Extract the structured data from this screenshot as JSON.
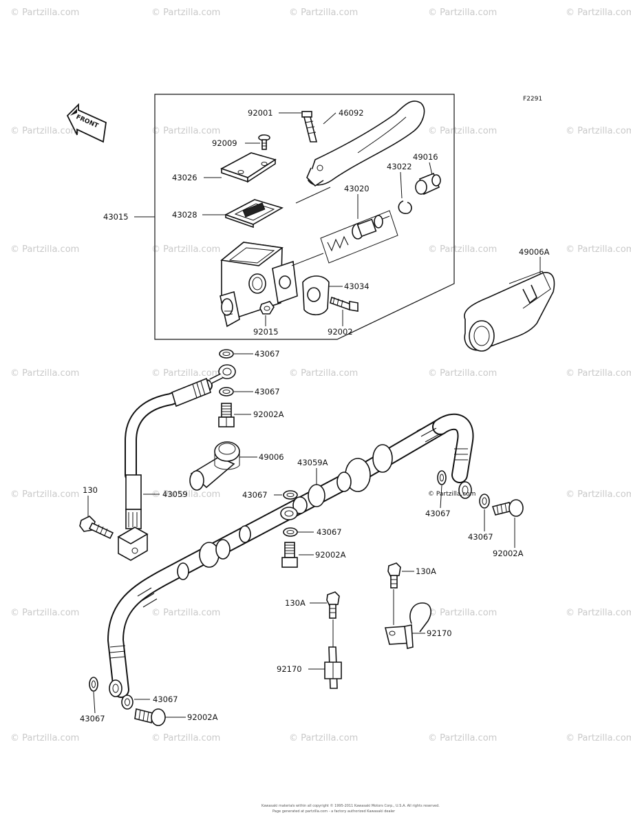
{
  "figure_code": "F2291",
  "front_label": "FRONT",
  "watermark": "© Partzilla.com",
  "watermark_callout": "© Partzilla.com",
  "footer_lines": [
    "Kawasaki materials within all copyright © 1995-2011 Kawasaki Motors Corp., U.S.A. All rights reserved.",
    "Page generated at partzilla.com - a factory authorized Kawasaki dealer"
  ],
  "callouts": {
    "p92001": "92001",
    "p46092": "46092",
    "p92009": "92009",
    "p43026": "43026",
    "p43022": "43022",
    "p49016": "49016",
    "p43020": "43020",
    "p43028": "43028",
    "p43015": "43015",
    "p49006A": "49006A",
    "p43034": "43034",
    "p92015": "92015",
    "p92002": "92002",
    "p43067_a": "43067",
    "p43067_b": "43067",
    "p92002A_a": "92002A",
    "p49006": "49006",
    "p43059A": "43059A",
    "p130": "130",
    "p43059": "43059",
    "p43067_c": "43067",
    "p43067_d": "43067",
    "p43067_e": "43067",
    "p43067_f": "43067",
    "p92002A_b": "92002A",
    "p92002A_c": "92002A",
    "p130A_a": "130A",
    "p130A_b": "130A",
    "p92170_a": "92170",
    "p92170_b": "92170",
    "p43067_g": "43067",
    "p43067_h": "43067",
    "p92002A_d": "92002A"
  }
}
